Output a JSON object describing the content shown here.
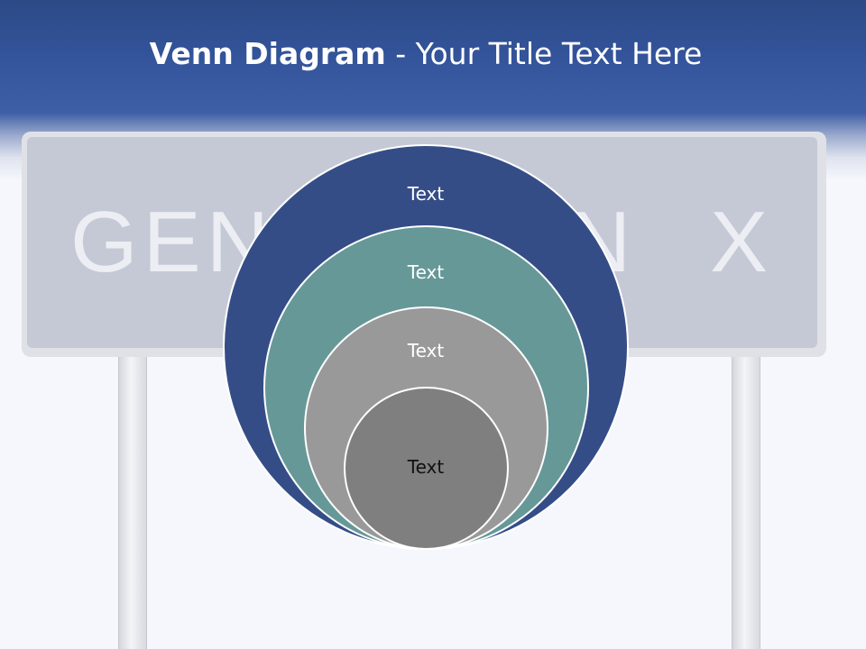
{
  "slide": {
    "title_bold": "Venn Diagram",
    "title_rest": " - Your Title Text Here"
  },
  "sign": {
    "visible_text_left": "GEN",
    "visible_text_mid": "N",
    "visible_text_right": "X"
  },
  "venn": {
    "circles": [
      {
        "label": "Text",
        "color": "#354d87"
      },
      {
        "label": "Text",
        "color": "#669898"
      },
      {
        "label": "Text",
        "color": "#999999"
      },
      {
        "label": "Text",
        "color": "#7f7f7f"
      }
    ]
  }
}
